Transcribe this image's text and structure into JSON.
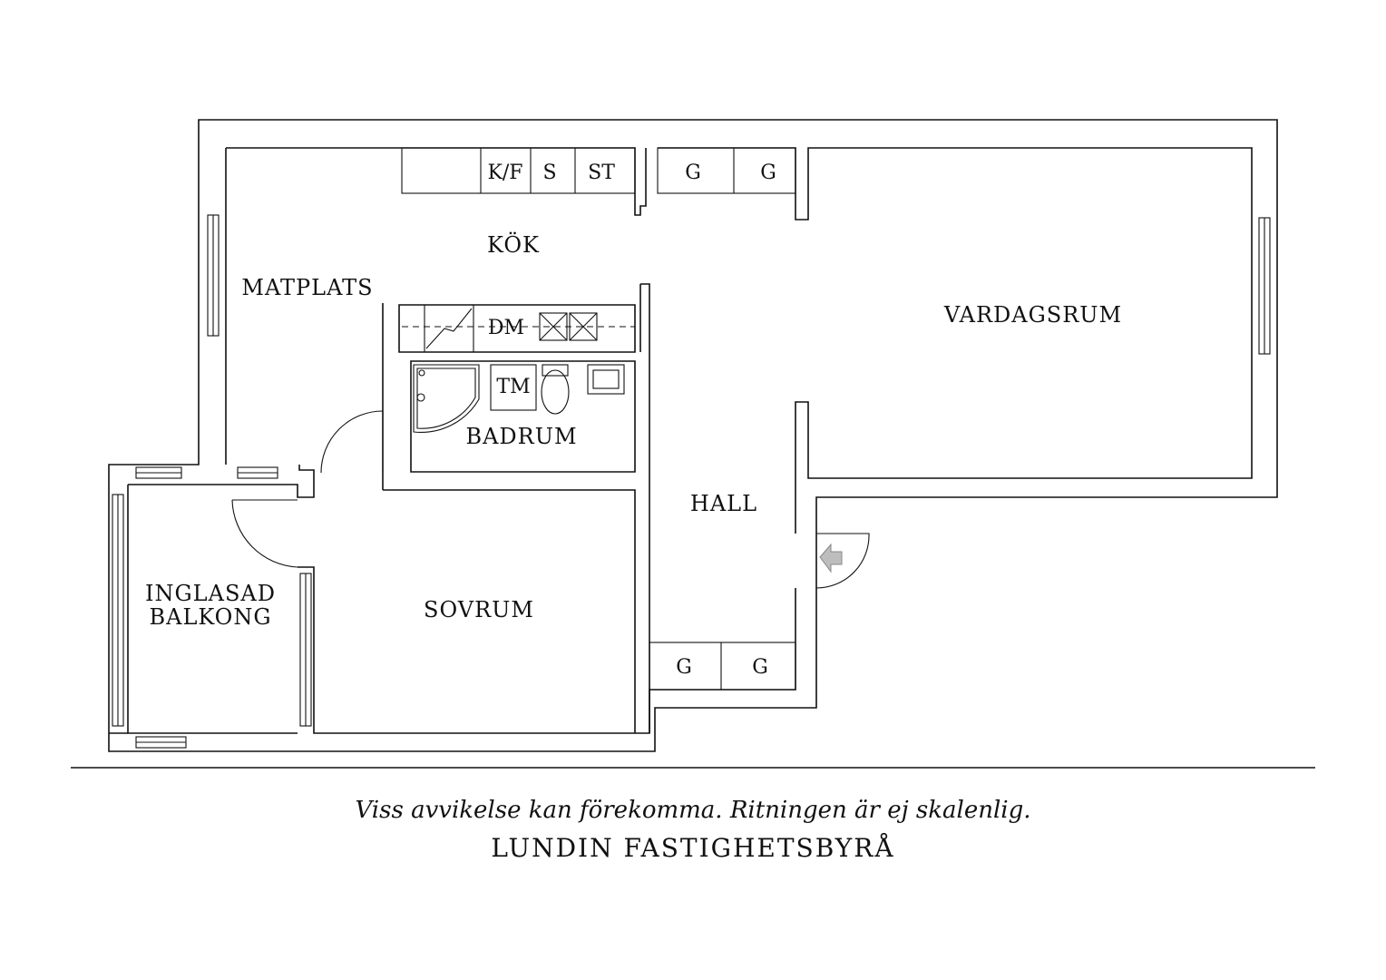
{
  "rooms": {
    "kitchen": "KÖK",
    "dining": "MATPLATS",
    "living": "VARDAGSRUM",
    "bathroom": "BADRUM",
    "hall": "HALL",
    "bedroom": "SOVRUM",
    "balcony_line1": "INGLASAD",
    "balcony_line2": "BALKONG"
  },
  "fixtures": {
    "fridge_freezer": "K/F",
    "sink": "S",
    "stove": "ST",
    "dishwasher": "DM",
    "washing_machine": "TM",
    "wardrobe": "G"
  },
  "footer": {
    "disclaimer": "Viss avvikelse kan förekomma. Ritningen är ej skalenlig.",
    "agency": "LUNDIN FASTIGHETSBYRÅ"
  }
}
